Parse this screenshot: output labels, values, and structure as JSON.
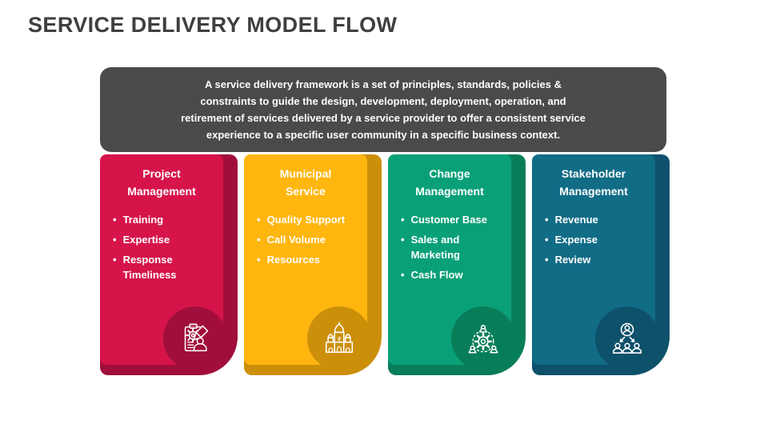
{
  "slide": {
    "title": "SERVICE DELIVERY MODEL FLOW",
    "description": "A service delivery framework is a set of principles, standards, policies & constraints to guide the design, development, deployment, operation, and retirement of services delivered by a service provider to offer a consistent service experience to a specific user community in a specific business context.",
    "colors": {
      "background": "#FFFFFF",
      "title_text": "#3F3F3F",
      "description_box": "#4A4A4A",
      "description_text": "#FFFFFF"
    },
    "cards": [
      {
        "title": "Project Management",
        "items": [
          "Training",
          "Expertise",
          "Response Timeliness"
        ],
        "color": "#D6144A",
        "dark_color": "#A10E3B",
        "icon": "clipboard-gear-pencil-icon"
      },
      {
        "title": "Municipal Service",
        "items": [
          "Quality Support",
          "Call Volume",
          "Resources"
        ],
        "color": "#FFB60F",
        "dark_color": "#CC8F0A",
        "icon": "municipal-building-rupee-icon"
      },
      {
        "title": "Change Management",
        "items": [
          "Customer Base",
          "Sales and Marketing",
          "Cash Flow"
        ],
        "color": "#0AA077",
        "dark_color": "#077E59",
        "icon": "gear-people-network-icon"
      },
      {
        "title": "Stakeholder Management",
        "items": [
          "Revenue",
          "Expense",
          "Review"
        ],
        "color": "#116C86",
        "dark_color": "#0E516B",
        "icon": "people-hierarchy-icon"
      }
    ]
  }
}
